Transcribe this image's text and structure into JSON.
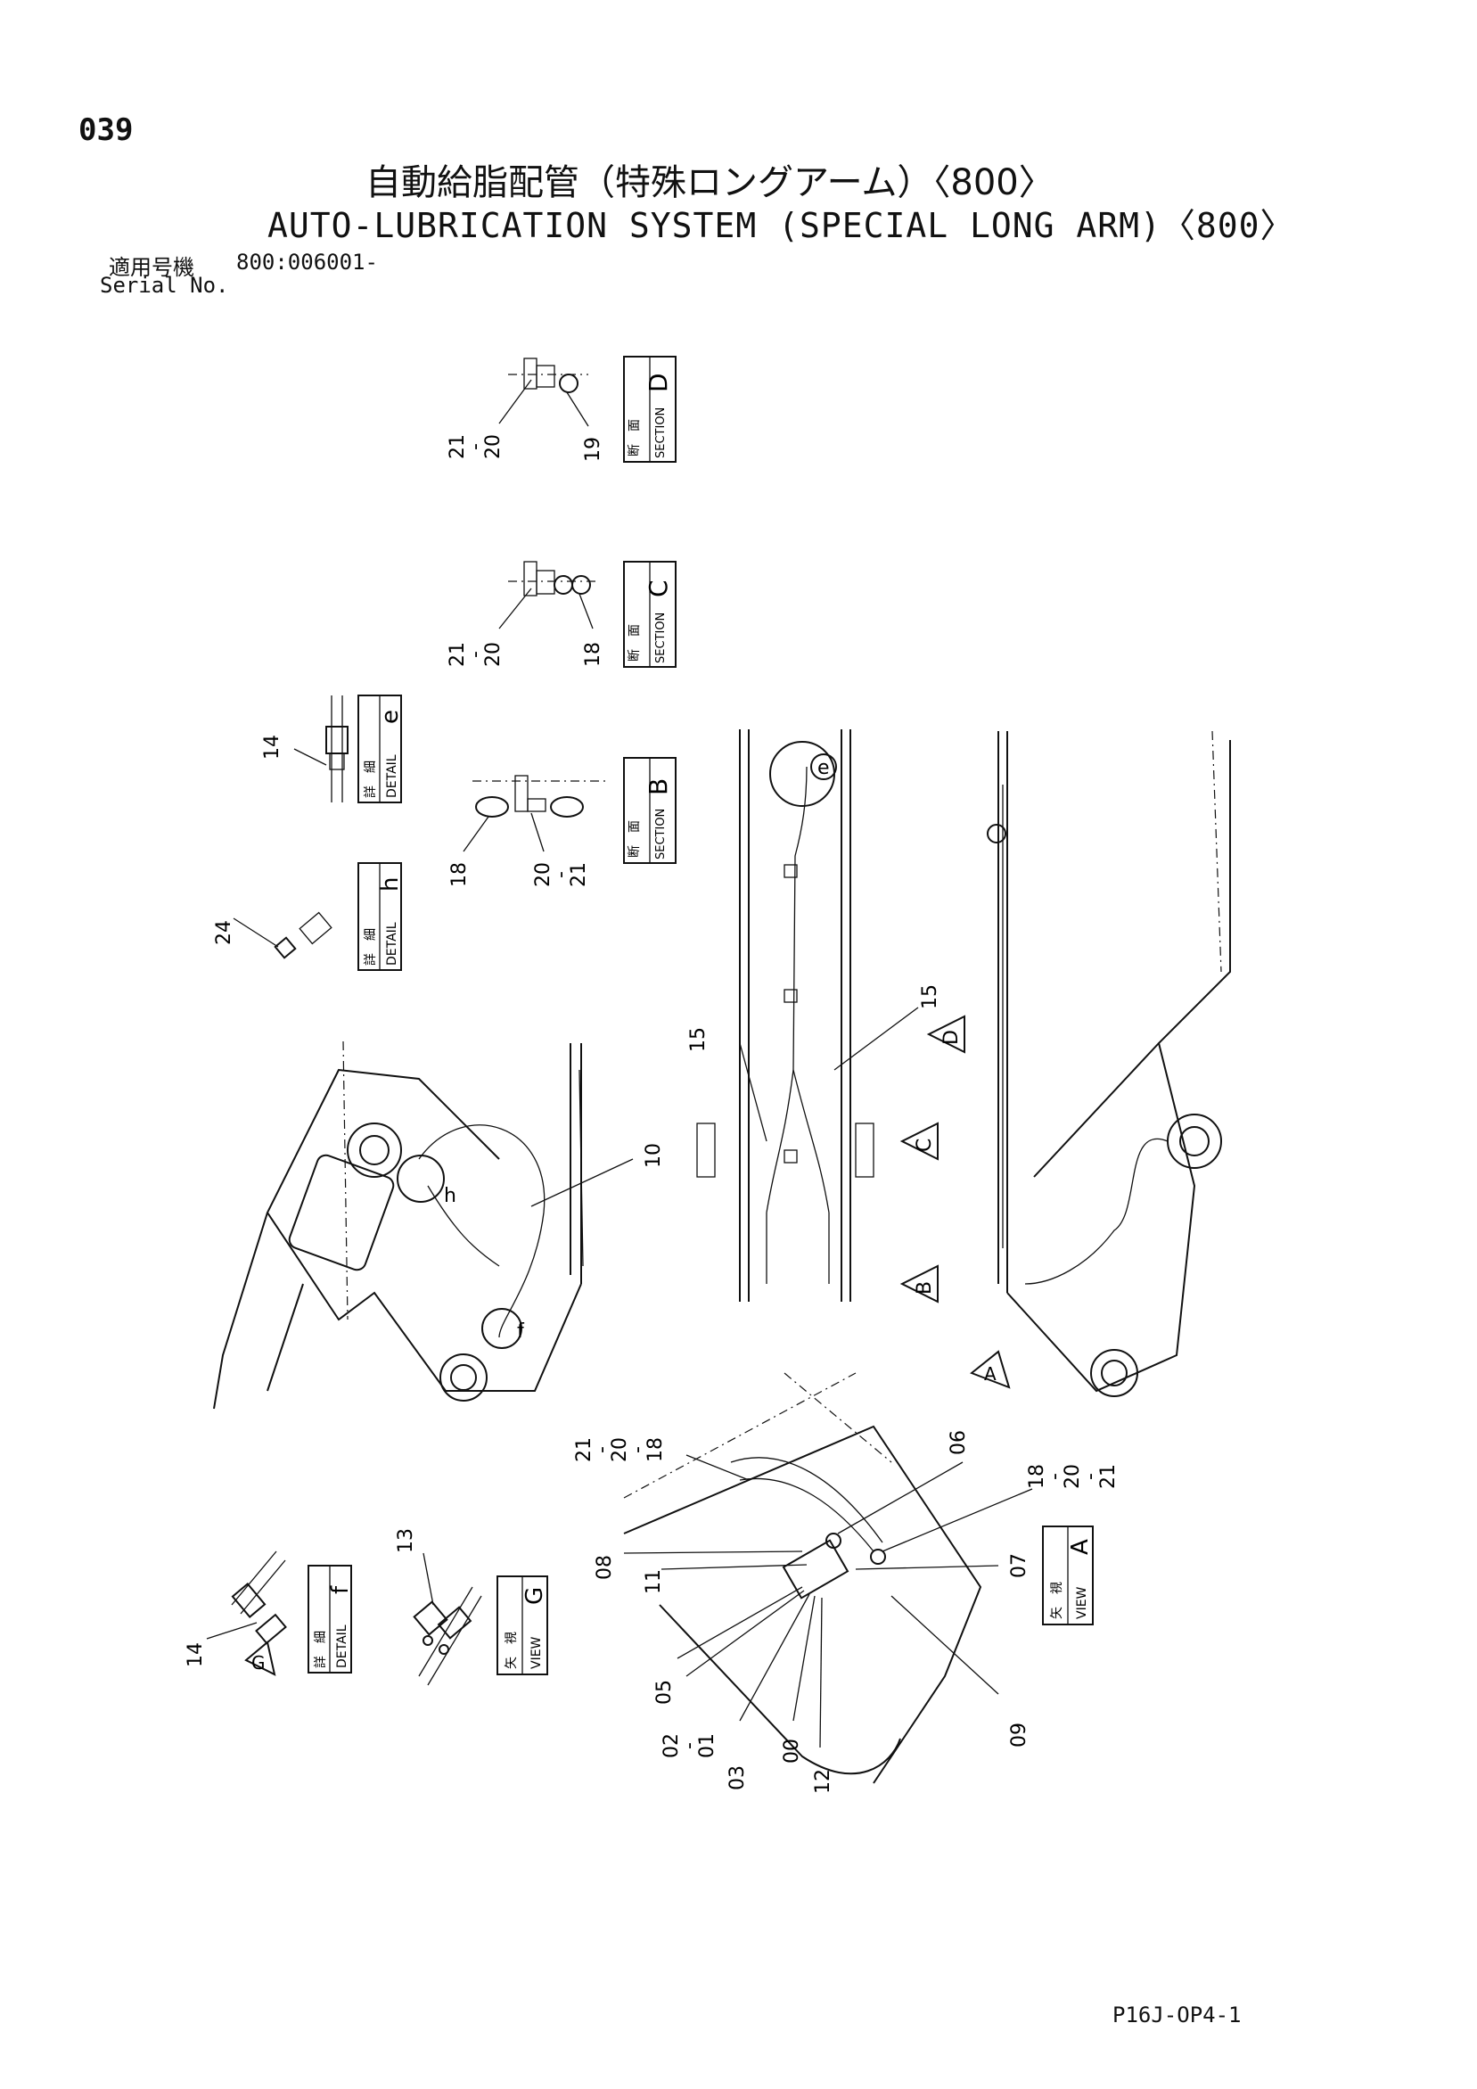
{
  "header": {
    "page_number": "039",
    "title_jp": "自動給脂配管（特殊ロングアーム）〈800〉",
    "title_en": "AUTO-LUBRICATION SYSTEM (SPECIAL LONG ARM)〈800〉",
    "serial_label_jp": "適用号機",
    "serial_value": "800:006001-",
    "serial_label_en": "Serial No."
  },
  "labels": {
    "section_jp": "断　面",
    "section_en": "SECTION",
    "detail_jp": "詳　細",
    "detail_en": "DETAIL",
    "view_jp": "矢　視",
    "view_en": "VIEW"
  },
  "callouts": {
    "section_d": {
      "letter": "D",
      "parts": [
        "21",
        "20",
        "19"
      ]
    },
    "section_c": {
      "letter": "C",
      "parts": [
        "21",
        "20",
        "18"
      ]
    },
    "section_b": {
      "letter": "B",
      "parts": [
        "18",
        "20",
        "21"
      ]
    },
    "detail_e": {
      "letter": "e",
      "parts": [
        "14"
      ]
    },
    "detail_h": {
      "letter": "h",
      "parts": [
        "24"
      ]
    },
    "detail_f": {
      "letter": "f",
      "parts": [
        "14"
      ]
    },
    "view_g": {
      "letter": "G",
      "parts": [
        "13"
      ]
    },
    "view_a": {
      "letter": "A"
    }
  },
  "parts": {
    "p00": "00",
    "p01": "01",
    "p02": "02",
    "p03": "03",
    "p05": "05",
    "p06": "06",
    "p07": "07",
    "p08": "08",
    "p09": "09",
    "p10": "10",
    "p11": "11",
    "p12": "12",
    "p15": "15",
    "p18": "18",
    "p20": "20",
    "p21": "21"
  },
  "arrows": [
    "A",
    "B",
    "C",
    "D",
    "G"
  ],
  "circles": [
    "e",
    "h",
    "f"
  ],
  "dash": "-",
  "footer": {
    "page_code": "P16J-OP4-1"
  }
}
